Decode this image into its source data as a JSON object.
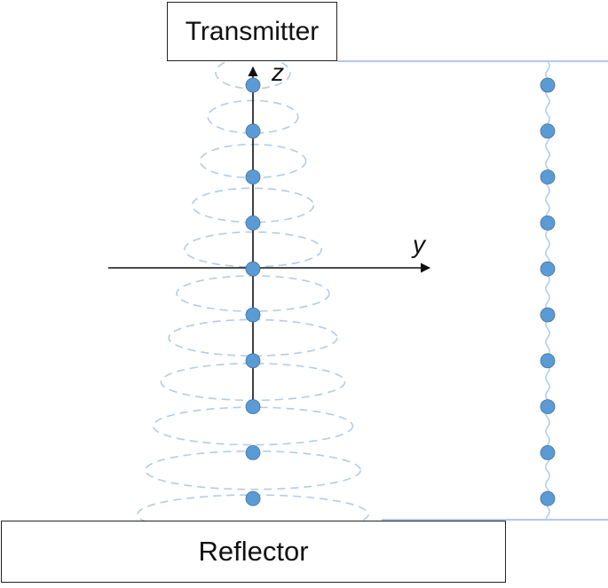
{
  "labels": {
    "transmitter": "Transmitter",
    "reflector": "Reflector",
    "axis_z": "z",
    "axis_y": "y"
  },
  "colors": {
    "dot": "#5b9bd5",
    "dot_stroke": "#41719c",
    "dashed_ellipse": "#b4cbe6",
    "boundary_line": "#aecbea",
    "axis": "#111111",
    "box_border": "#222222"
  },
  "diagram": {
    "left_column_dots": 10,
    "right_column_dots": 10,
    "ellipse_count": 11,
    "icons": [
      "arrow-up-icon",
      "arrow-right-icon"
    ]
  }
}
